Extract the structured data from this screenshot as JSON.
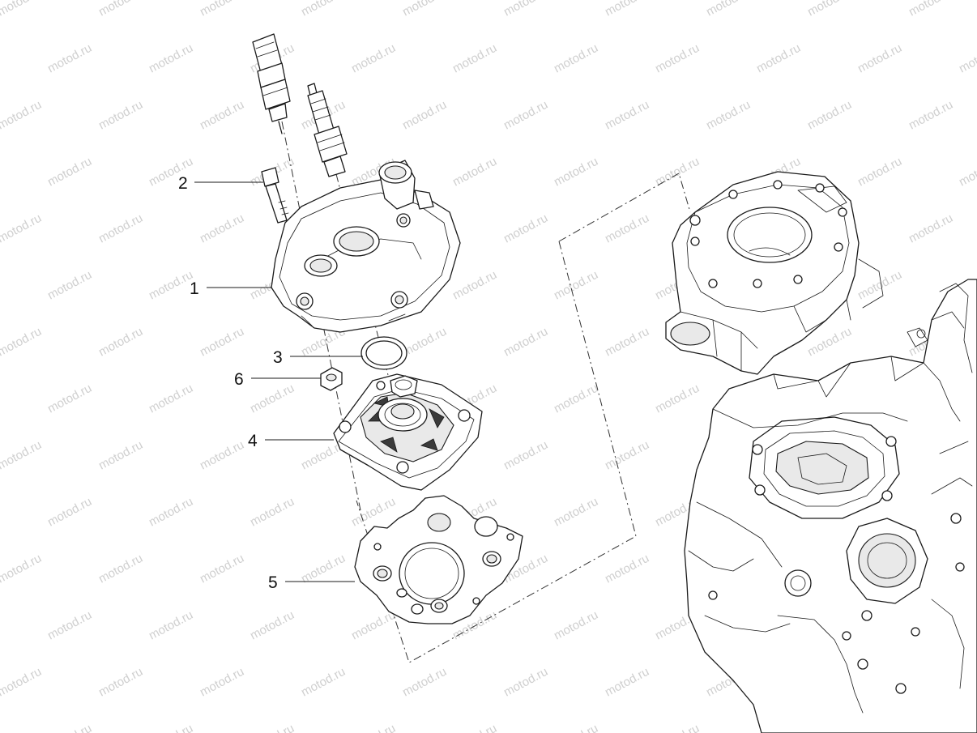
{
  "watermark": {
    "text": "motod.ru",
    "color": "#cfcfcf"
  },
  "callouts": [
    {
      "id": "1",
      "label": "1",
      "part": "cylinder-head-cover"
    },
    {
      "id": "2",
      "label": "2",
      "part": "bolt"
    },
    {
      "id": "3",
      "label": "3",
      "part": "o-ring"
    },
    {
      "id": "4",
      "label": "4",
      "part": "cylinder-head"
    },
    {
      "id": "5",
      "label": "5",
      "part": "head-gasket"
    },
    {
      "id": "6",
      "label": "6",
      "part": "nut"
    }
  ],
  "colors": {
    "line": "#1a1a1a",
    "fill": "#ffffff",
    "shade": "#e9e9e9"
  }
}
